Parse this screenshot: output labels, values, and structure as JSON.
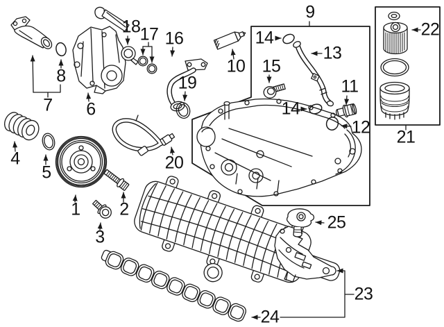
{
  "diagram": {
    "colors": {
      "background": "#ffffff",
      "line": "#1a1a1a",
      "label": "#111111"
    },
    "callouts": {
      "c1": {
        "label": "1"
      },
      "c2": {
        "label": "2"
      },
      "c3": {
        "label": "3"
      },
      "c4": {
        "label": "4"
      },
      "c5": {
        "label": "5"
      },
      "c6": {
        "label": "6"
      },
      "c7": {
        "label": "7"
      },
      "c8": {
        "label": "8"
      },
      "c9": {
        "label": "9"
      },
      "c10": {
        "label": "10"
      },
      "c11": {
        "label": "11"
      },
      "c12": {
        "label": "12"
      },
      "c13": {
        "label": "13"
      },
      "c14": {
        "label": "14"
      },
      "c15": {
        "label": "15"
      },
      "c16": {
        "label": "16"
      },
      "c17": {
        "label": "17"
      },
      "c18": {
        "label": "18"
      },
      "c19": {
        "label": "19"
      },
      "c20": {
        "label": "20"
      },
      "c21": {
        "label": "21"
      },
      "c22": {
        "label": "22"
      },
      "c23": {
        "label": "23"
      },
      "c24": {
        "label": "24"
      },
      "c25": {
        "label": "25"
      }
    }
  }
}
